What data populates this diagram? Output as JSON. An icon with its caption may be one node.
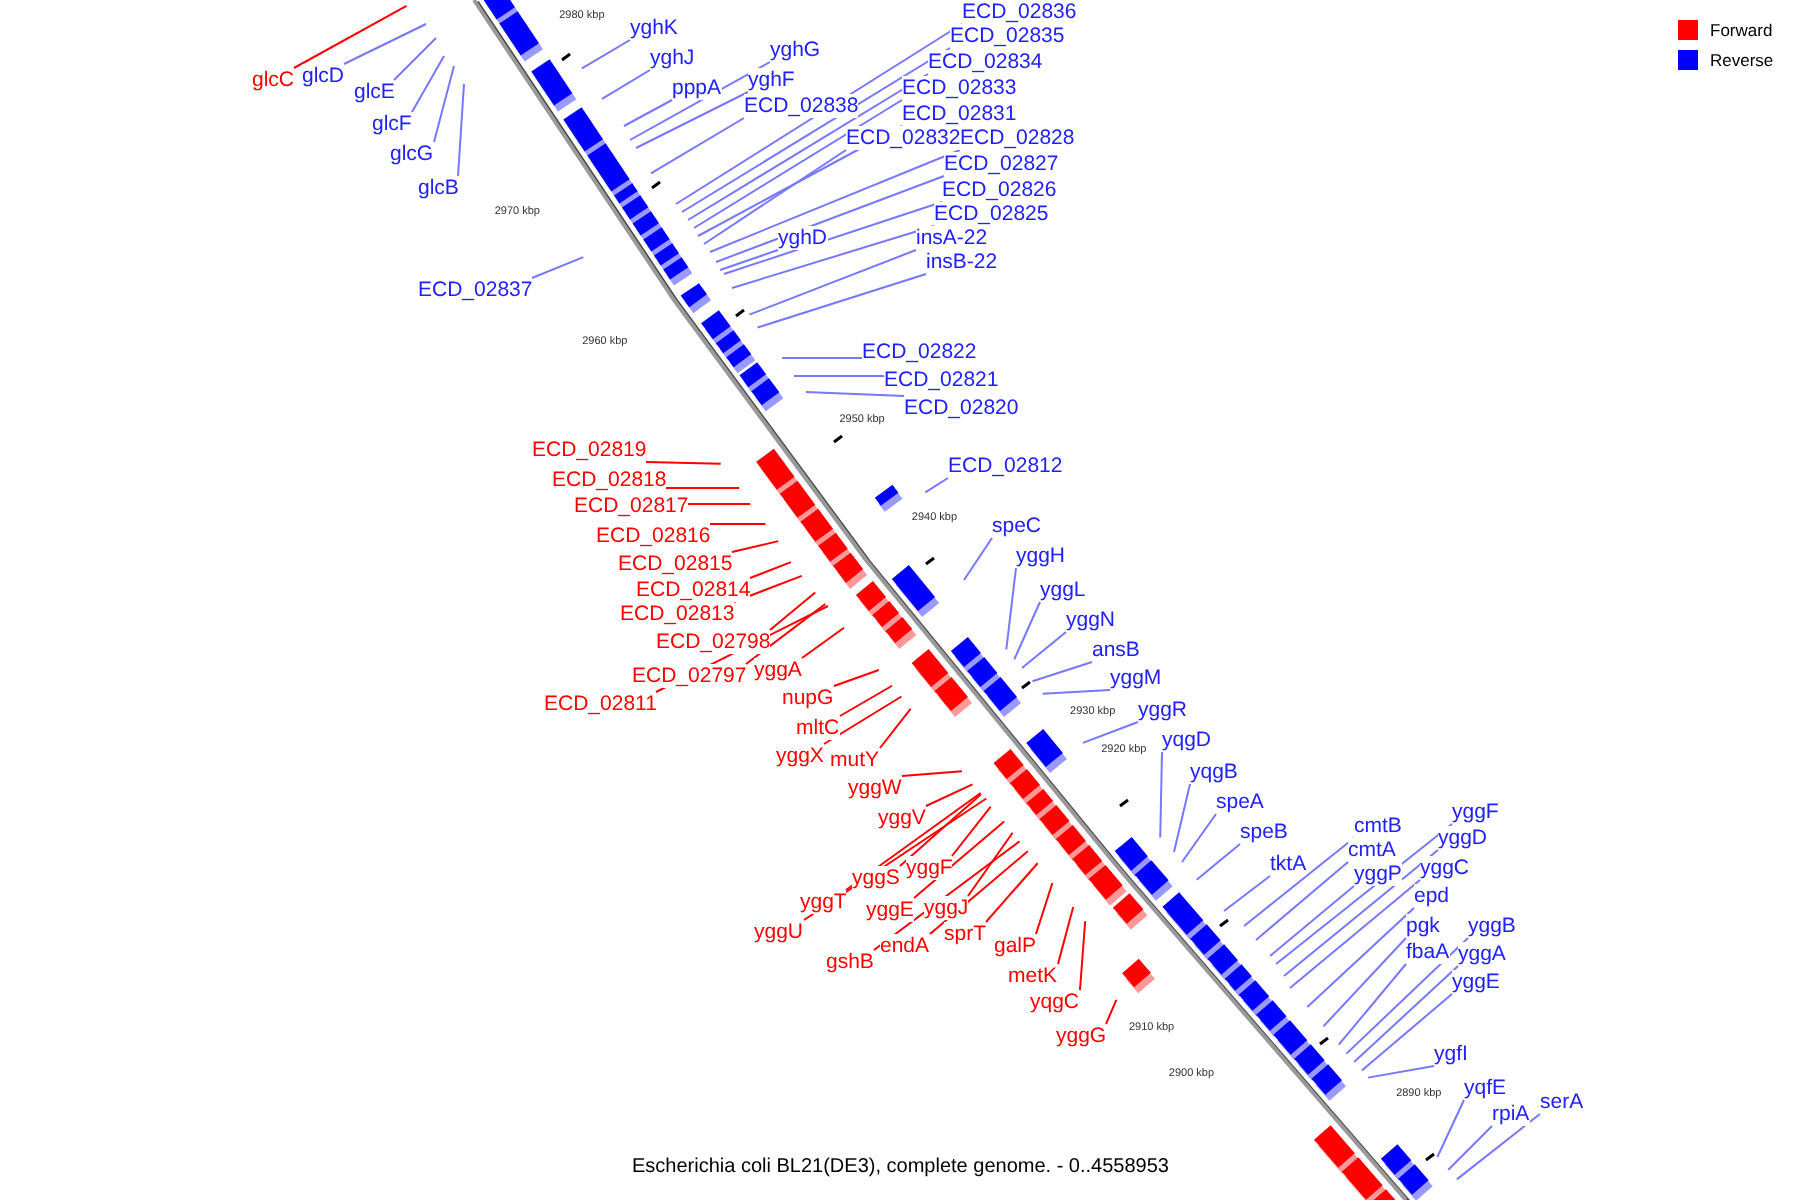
{
  "diagram": {
    "caption": "Escherichia coli BL21(DE3), complete genome. - 0..4558953",
    "nodes": [
      {
        "text": [
          "glcC"
        ]
      },
      {
        "text": [
          "glcD"
        ]
      },
      {
        "text": [
          "glcE"
        ]
      },
      {
        "text": [
          "glcF"
        ]
      },
      {
        "text": [
          "glcG"
        ]
      },
      {
        "text": [
          "glcB"
        ]
      },
      {
        "text": [
          "yghK"
        ]
      },
      {
        "text": [
          "yghJ"
        ]
      },
      {
        "text": [
          "pppA"
        ]
      },
      {
        "text": [
          "yghG"
        ]
      },
      {
        "text": [
          "yghF"
        ]
      },
      {
        "text": [
          "ECD_02838"
        ]
      },
      {
        "text": [
          "ECD_02836"
        ]
      },
      {
        "text": [
          "ECD_02835"
        ]
      },
      {
        "text": [
          "ECD_02834"
        ]
      },
      {
        "text": [
          "ECD_02833"
        ]
      },
      {
        "text": [
          "ECD_02831"
        ]
      },
      {
        "text": [
          "ECD_02832"
        ]
      },
      {
        "text": [
          "ECD_02828"
        ]
      },
      {
        "text": [
          "ECD_02827"
        ]
      },
      {
        "text": [
          "ECD_02826"
        ]
      },
      {
        "text": [
          "ECD_02825"
        ]
      },
      {
        "text": [
          "yghD"
        ]
      },
      {
        "text": [
          "insA-22"
        ]
      },
      {
        "text": [
          "insB-22"
        ]
      },
      {
        "text": [
          "ECD_02837"
        ]
      },
      {
        "text": [
          "ECD_02822"
        ]
      },
      {
        "text": [
          "ECD_02821"
        ]
      },
      {
        "text": [
          "ECD_02820"
        ]
      },
      {
        "text": [
          "ECD_02812"
        ]
      },
      {
        "text": [
          "ECD_02819"
        ]
      },
      {
        "text": [
          "ECD_02818"
        ]
      },
      {
        "text": [
          "ECD_02817"
        ]
      },
      {
        "text": [
          "ECD_02816"
        ]
      },
      {
        "text": [
          "ECD_02815"
        ]
      },
      {
        "text": [
          "ECD_02814"
        ]
      },
      {
        "text": [
          "ECD_02813"
        ]
      },
      {
        "text": [
          "ECD_02798"
        ]
      },
      {
        "text": [
          "ECD_02797"
        ]
      },
      {
        "text": [
          "yggA"
        ]
      },
      {
        "text": [
          "ECD_02811"
        ]
      },
      {
        "text": [
          "nupG"
        ]
      },
      {
        "text": [
          "mltC"
        ]
      },
      {
        "text": [
          "yggX"
        ]
      },
      {
        "text": [
          "mutY"
        ]
      },
      {
        "text": [
          "yggW"
        ]
      },
      {
        "text": [
          "yggV"
        ]
      },
      {
        "text": [
          "yggS"
        ]
      },
      {
        "text": [
          "yggF"
        ]
      },
      {
        "text": [
          "yggT"
        ]
      },
      {
        "text": [
          "yggE"
        ]
      },
      {
        "text": [
          "yggJ"
        ]
      },
      {
        "text": [
          "yggU"
        ]
      },
      {
        "text": [
          "gshB"
        ]
      },
      {
        "text": [
          "endA"
        ]
      },
      {
        "text": [
          "sprT"
        ]
      },
      {
        "text": [
          "galP"
        ]
      },
      {
        "text": [
          "metK"
        ]
      },
      {
        "text": [
          "yqgC"
        ]
      },
      {
        "text": [
          "yggG"
        ]
      },
      {
        "text": [
          "speC"
        ]
      },
      {
        "text": [
          "yggH"
        ]
      },
      {
        "text": [
          "yggL"
        ]
      },
      {
        "text": [
          "yggN"
        ]
      },
      {
        "text": [
          "ansB"
        ]
      },
      {
        "text": [
          "yggM"
        ]
      },
      {
        "text": [
          "yggR"
        ]
      },
      {
        "text": [
          "yqgD"
        ]
      },
      {
        "text": [
          "yqgB"
        ]
      },
      {
        "text": [
          "speA"
        ]
      },
      {
        "text": [
          "speB"
        ]
      },
      {
        "text": [
          "tktA"
        ]
      },
      {
        "text": [
          "cmtB"
        ]
      },
      {
        "text": [
          "cmtA"
        ]
      },
      {
        "text": [
          "yggP"
        ]
      },
      {
        "text": [
          "yggF"
        ]
      },
      {
        "text": [
          "yggD"
        ]
      },
      {
        "text": [
          "yggC"
        ]
      },
      {
        "text": [
          "epd"
        ]
      },
      {
        "text": [
          "pgk"
        ]
      },
      {
        "text": [
          "fbaA"
        ]
      },
      {
        "text": [
          "yggB"
        ]
      },
      {
        "text": [
          "yggA"
        ]
      },
      {
        "text": [
          "yggE"
        ]
      },
      {
        "text": [
          "ygfI"
        ]
      },
      {
        "text": [
          "yqfE"
        ]
      },
      {
        "text": [
          "rpiA"
        ]
      },
      {
        "text": [
          "serA"
        ]
      }
    ],
    "edges": [
      {
        "from": 0,
        "to": null,
        "arrow": "none",
        "color": "#ff0000"
      },
      {
        "from": 1,
        "to": null,
        "arrow": "none"
      },
      {
        "from": 2,
        "to": null,
        "arrow": "none"
      },
      {
        "from": 3,
        "to": null,
        "arrow": "none"
      },
      {
        "from": 4,
        "to": null,
        "arrow": "none"
      },
      {
        "from": 5,
        "to": null,
        "arrow": "none"
      },
      {
        "from": 6,
        "to": null,
        "arrow": "none"
      },
      {
        "from": 7,
        "to": null,
        "arrow": "none"
      },
      {
        "from": 8,
        "to": null,
        "arrow": "none"
      },
      {
        "from": 9,
        "to": null,
        "arrow": "none"
      },
      {
        "from": 10,
        "to": null,
        "arrow": "none"
      },
      {
        "from": 11,
        "to": null,
        "arrow": "none"
      },
      {
        "from": 12,
        "to": null,
        "arrow": "none"
      },
      {
        "from": 13,
        "to": null,
        "arrow": "none"
      },
      {
        "from": 14,
        "to": null,
        "arrow": "none"
      },
      {
        "from": 15,
        "to": null,
        "arrow": "none"
      },
      {
        "from": 16,
        "to": null,
        "arrow": "none"
      },
      {
        "from": 17,
        "to": null,
        "arrow": "none"
      },
      {
        "from": 18,
        "to": null,
        "arrow": "none"
      },
      {
        "from": 19,
        "to": null,
        "arrow": "none"
      },
      {
        "from": 20,
        "to": null,
        "arrow": "none"
      },
      {
        "from": 21,
        "to": null,
        "arrow": "none"
      },
      {
        "from": 22,
        "to": null,
        "arrow": "none"
      },
      {
        "from": 23,
        "to": null,
        "arrow": "none"
      },
      {
        "from": 24,
        "to": null,
        "arrow": "none"
      },
      {
        "from": 25,
        "to": null,
        "arrow": "none"
      },
      {
        "from": 26,
        "to": null,
        "arrow": "none"
      },
      {
        "from": 27,
        "to": null,
        "arrow": "none"
      },
      {
        "from": 28,
        "to": null,
        "arrow": "none"
      },
      {
        "from": 29,
        "to": null,
        "arrow": "none"
      },
      {
        "from": 30,
        "to": null,
        "arrow": "none",
        "color": "#ff0000"
      },
      {
        "from": 31,
        "to": null,
        "arrow": "none",
        "color": "#ff0000"
      },
      {
        "from": 32,
        "to": null,
        "arrow": "none",
        "color": "#ff0000"
      },
      {
        "from": 33,
        "to": null,
        "arrow": "none",
        "color": "#ff0000"
      },
      {
        "from": 34,
        "to": null,
        "arrow": "none",
        "color": "#ff0000"
      },
      {
        "from": 35,
        "to": null,
        "arrow": "none",
        "color": "#ff0000"
      },
      {
        "from": 36,
        "to": null,
        "arrow": "none",
        "color": "#ff0000"
      },
      {
        "from": 37,
        "to": null,
        "arrow": "none",
        "color": "#ff0000"
      },
      {
        "from": 38,
        "to": null,
        "arrow": "none",
        "color": "#ff0000"
      },
      {
        "from": 39,
        "to": null,
        "arrow": "none",
        "color": "#ff0000"
      },
      {
        "from": 40,
        "to": null,
        "arrow": "none",
        "color": "#ff0000"
      },
      {
        "from": 41,
        "to": null,
        "arrow": "none",
        "color": "#ff0000"
      },
      {
        "from": 42,
        "to": null,
        "arrow": "none",
        "color": "#ff0000"
      },
      {
        "from": 43,
        "to": null,
        "arrow": "none",
        "color": "#ff0000"
      },
      {
        "from": 44,
        "to": null,
        "arrow": "none",
        "color": "#ff0000"
      },
      {
        "from": 45,
        "to": null,
        "arrow": "none",
        "color": "#ff0000"
      },
      {
        "from": 46,
        "to": null,
        "arrow": "none",
        "color": "#ff0000"
      },
      {
        "from": 47,
        "to": null,
        "arrow": "none",
        "color": "#ff0000"
      },
      {
        "from": 48,
        "to": null,
        "arrow": "none",
        "color": "#ff0000"
      },
      {
        "from": 49,
        "to": null,
        "arrow": "none",
        "color": "#ff0000"
      },
      {
        "from": 50,
        "to": null,
        "arrow": "none",
        "color": "#ff0000"
      },
      {
        "from": 51,
        "to": null,
        "arrow": "none",
        "color": "#ff0000"
      },
      {
        "from": 52,
        "to": null,
        "arrow": "none",
        "color": "#ff0000"
      },
      {
        "from": 53,
        "to": null,
        "arrow": "none",
        "color": "#ff0000"
      },
      {
        "from": 54,
        "to": null,
        "arrow": "none",
        "color": "#ff0000"
      },
      {
        "from": 55,
        "to": null,
        "arrow": "none",
        "color": "#ff0000"
      },
      {
        "from": 56,
        "to": null,
        "arrow": "none",
        "color": "#ff0000"
      },
      {
        "from": 57,
        "to": null,
        "arrow": "none",
        "color": "#ff0000"
      },
      {
        "from": 58,
        "to": null,
        "arrow": "none",
        "color": "#ff0000"
      },
      {
        "from": 59,
        "to": null,
        "arrow": "none",
        "color": "#ff0000"
      },
      {
        "from": 60,
        "to": null,
        "arrow": "none"
      },
      {
        "from": 61,
        "to": null,
        "arrow": "none"
      },
      {
        "from": 62,
        "to": null,
        "arrow": "none"
      },
      {
        "from": 63,
        "to": null,
        "arrow": "none"
      },
      {
        "from": 64,
        "to": null,
        "arrow": "none"
      },
      {
        "from": 65,
        "to": null,
        "arrow": "none"
      },
      {
        "from": 66,
        "to": null,
        "arrow": "none"
      },
      {
        "from": 67,
        "to": null,
        "arrow": "none"
      },
      {
        "from": 68,
        "to": null,
        "arrow": "none"
      },
      {
        "from": 69,
        "to": null,
        "arrow": "none"
      },
      {
        "from": 70,
        "to": null,
        "arrow": "none"
      },
      {
        "from": 71,
        "to": null,
        "arrow": "none"
      },
      {
        "from": 72,
        "to": null,
        "arrow": "none"
      },
      {
        "from": 73,
        "to": null,
        "arrow": "none"
      },
      {
        "from": 74,
        "to": null,
        "arrow": "none"
      },
      {
        "from": 75,
        "to": null,
        "arrow": "none"
      },
      {
        "from": 76,
        "to": null,
        "arrow": "none"
      },
      {
        "from": 77,
        "to": null,
        "arrow": "none"
      },
      {
        "from": 78,
        "to": null,
        "arrow": "none"
      },
      {
        "from": 79,
        "to": null,
        "arrow": "none"
      },
      {
        "from": 80,
        "to": null,
        "arrow": "none"
      },
      {
        "from": 81,
        "to": null,
        "arrow": "none"
      },
      {
        "from": 82,
        "to": null,
        "arrow": "none"
      },
      {
        "from": 83,
        "to": null,
        "arrow": "none"
      },
      {
        "from": 84,
        "to": null,
        "arrow": "none"
      },
      {
        "from": 85,
        "to": null,
        "arrow": "none"
      },
      {
        "from": 86,
        "to": null,
        "arrow": "none"
      },
      {
        "from": 87,
        "to": null,
        "arrow": "none"
      }
    ],
    "labels": [
      "2980 kbp",
      "2970 kbp",
      "2960 kbp",
      "2950 kbp",
      "2940 kbp",
      "2930 kbp",
      "2920 kbp",
      "2910 kbp",
      "2900 kbp",
      "2890 kbp"
    ],
    "legend": [
      {
        "text": "Forward",
        "color": "#ff0000"
      },
      {
        "text": "Reverse",
        "color": "#0000ff"
      }
    ]
  }
}
